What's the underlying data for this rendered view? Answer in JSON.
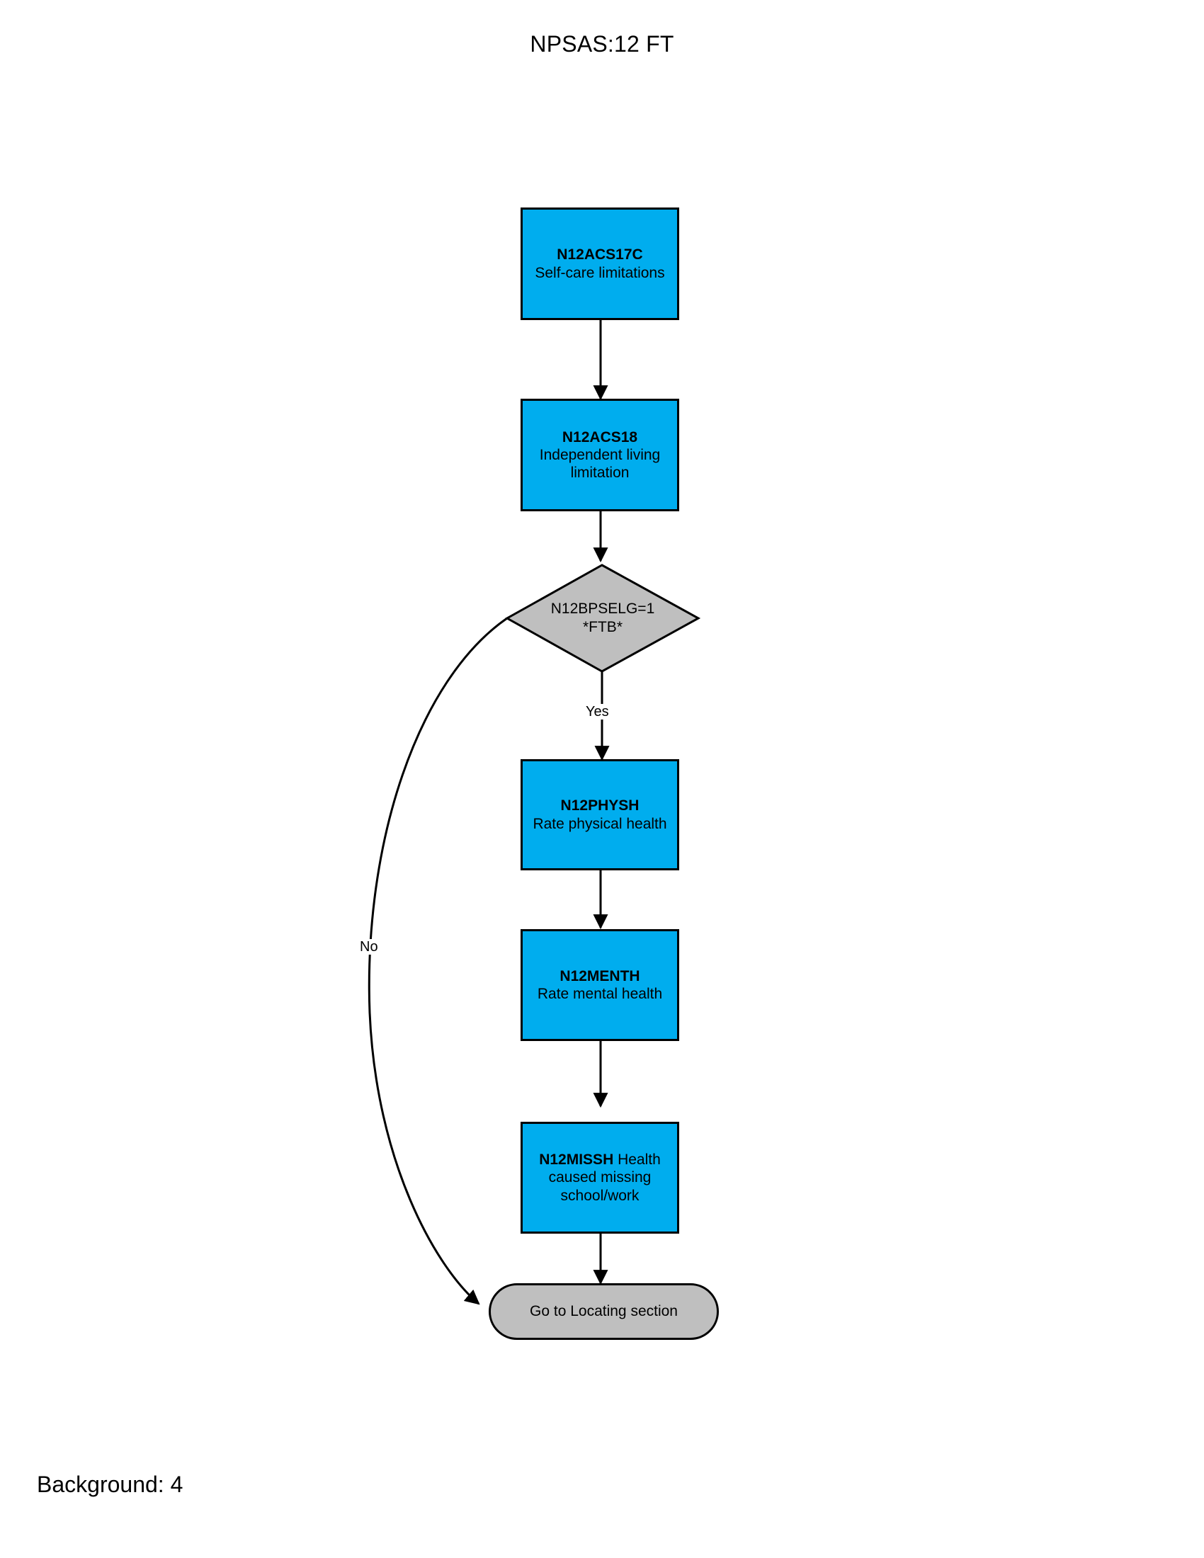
{
  "page": {
    "title": "NPSAS:12 FT",
    "footer": "Background: 4",
    "background_color": "#FFFFFF"
  },
  "palette": {
    "process_fill": "#00ADEE",
    "decision_fill": "#BFBFBF",
    "terminal_fill": "#BFBFBF",
    "stroke": "#000000"
  },
  "flowchart": {
    "type": "flowchart",
    "nodes": [
      {
        "id": "n12acs17c",
        "shape": "process",
        "code": "N12ACS17C",
        "text": "Self-care limitations"
      },
      {
        "id": "n12acs18",
        "shape": "process",
        "code": "N12ACS18",
        "text": "Independent living limitation"
      },
      {
        "id": "n12bpselg",
        "shape": "decision",
        "line1": "N12BPSELG=1",
        "line2": "*FTB*"
      },
      {
        "id": "n12physh",
        "shape": "process",
        "code": "N12PHYSH",
        "text": "Rate physical health"
      },
      {
        "id": "n12menth",
        "shape": "process",
        "code": "N12MENTH",
        "text": "Rate mental health"
      },
      {
        "id": "n12missh",
        "shape": "process",
        "code": "N12MISSH",
        "text": " Health caused missing school/work"
      },
      {
        "id": "locating",
        "shape": "terminal",
        "text": "Go to Locating section"
      }
    ],
    "edge_labels": {
      "yes": "Yes",
      "no": "No"
    }
  }
}
